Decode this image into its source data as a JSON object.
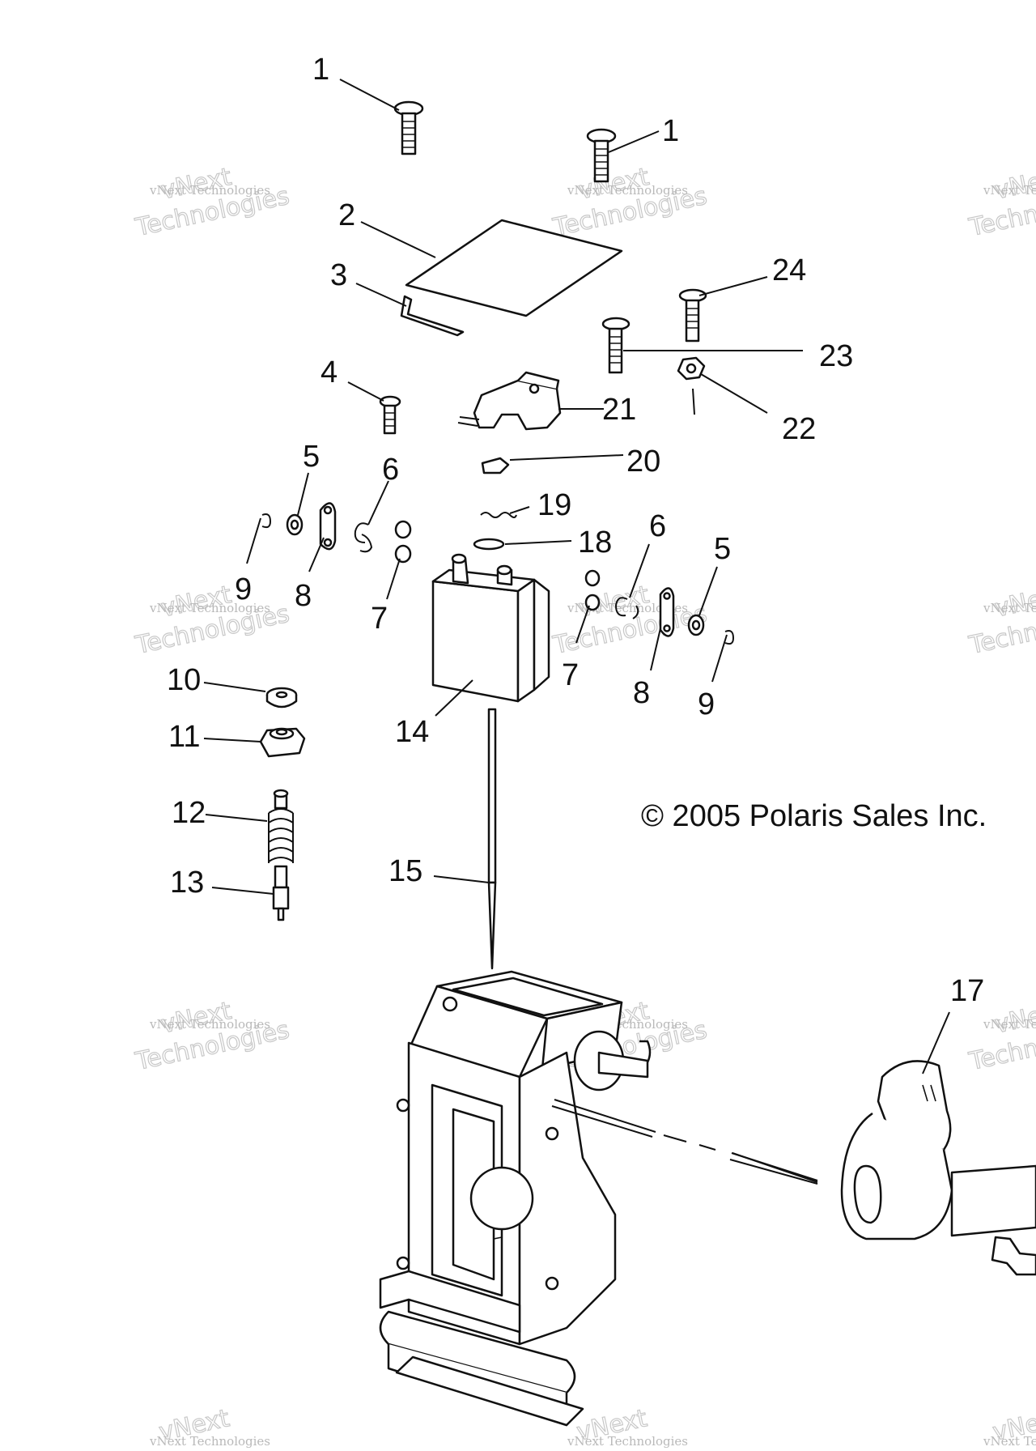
{
  "callouts": [
    {
      "id": "1a",
      "label": "1"
    },
    {
      "id": "1b",
      "label": "1"
    },
    {
      "id": "2",
      "label": "2"
    },
    {
      "id": "3",
      "label": "3"
    },
    {
      "id": "4",
      "label": "4"
    },
    {
      "id": "5a",
      "label": "5"
    },
    {
      "id": "5b",
      "label": "5"
    },
    {
      "id": "6a",
      "label": "6"
    },
    {
      "id": "6b",
      "label": "6"
    },
    {
      "id": "7a",
      "label": "7"
    },
    {
      "id": "7b",
      "label": "7"
    },
    {
      "id": "8a",
      "label": "8"
    },
    {
      "id": "8b",
      "label": "8"
    },
    {
      "id": "9a",
      "label": "9"
    },
    {
      "id": "9b",
      "label": "9"
    },
    {
      "id": "10",
      "label": "10"
    },
    {
      "id": "11",
      "label": "11"
    },
    {
      "id": "12",
      "label": "12"
    },
    {
      "id": "13",
      "label": "13"
    },
    {
      "id": "14",
      "label": "14"
    },
    {
      "id": "15",
      "label": "15"
    },
    {
      "id": "17",
      "label": "17"
    },
    {
      "id": "18",
      "label": "18"
    },
    {
      "id": "19",
      "label": "19"
    },
    {
      "id": "20",
      "label": "20"
    },
    {
      "id": "21",
      "label": "21"
    },
    {
      "id": "22",
      "label": "22"
    },
    {
      "id": "23",
      "label": "23"
    },
    {
      "id": "24",
      "label": "24"
    }
  ],
  "copyright": "© 2005 Polaris Sales Inc.",
  "watermark": {
    "line1": "vNext Technologies",
    "line2": "vNext",
    "line3": "Technologies"
  },
  "colors": {
    "ink": "#111111",
    "watermark": "#b9b9b9",
    "background": "#ffffff"
  }
}
